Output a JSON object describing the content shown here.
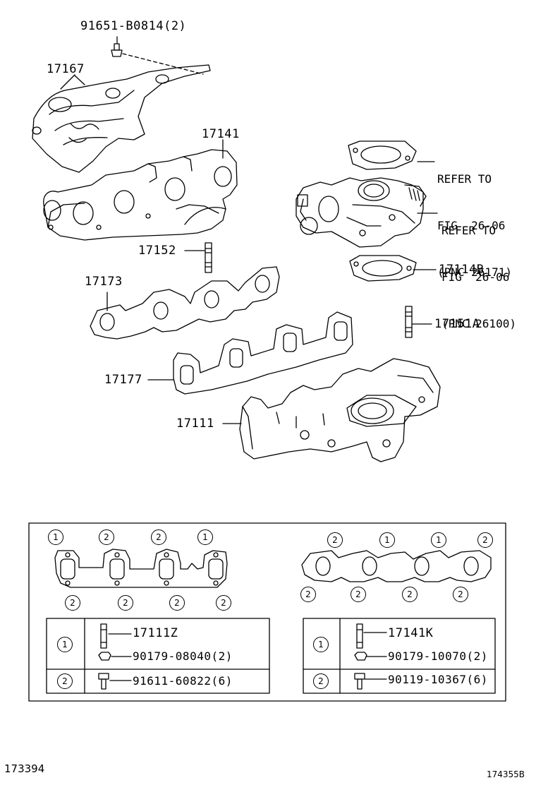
{
  "parts": {
    "bolt_top": "91651-B0814(2)",
    "heat_insulator": "17167",
    "exhaust_manifold": "17141",
    "stud_17152": "17152",
    "exhaust_gasket": "17173",
    "intake_gasket": "17177",
    "intake_manifold": "17111",
    "stud_17151a": "17151A",
    "throttle_gasket": "17114B"
  },
  "references": {
    "ref1": [
      "REFER TO",
      "FIG  26-06",
      "(PNC 26171)"
    ],
    "ref2": [
      "REFER TO",
      "FIG  26-06",
      "(PNC 26100)"
    ]
  },
  "markers": {
    "one": "1",
    "two": "2"
  },
  "tables": {
    "left": {
      "row1_part": "17111Z",
      "row1_sub": "90179-08040(2)",
      "row2_part": "91611-60822(6)"
    },
    "right": {
      "row1_part": "17141K",
      "row1_sub": "90179-10070(2)",
      "row2_part": "90119-10367(6)"
    }
  },
  "footer": {
    "left_code": "173394",
    "right_code": "174355B"
  }
}
